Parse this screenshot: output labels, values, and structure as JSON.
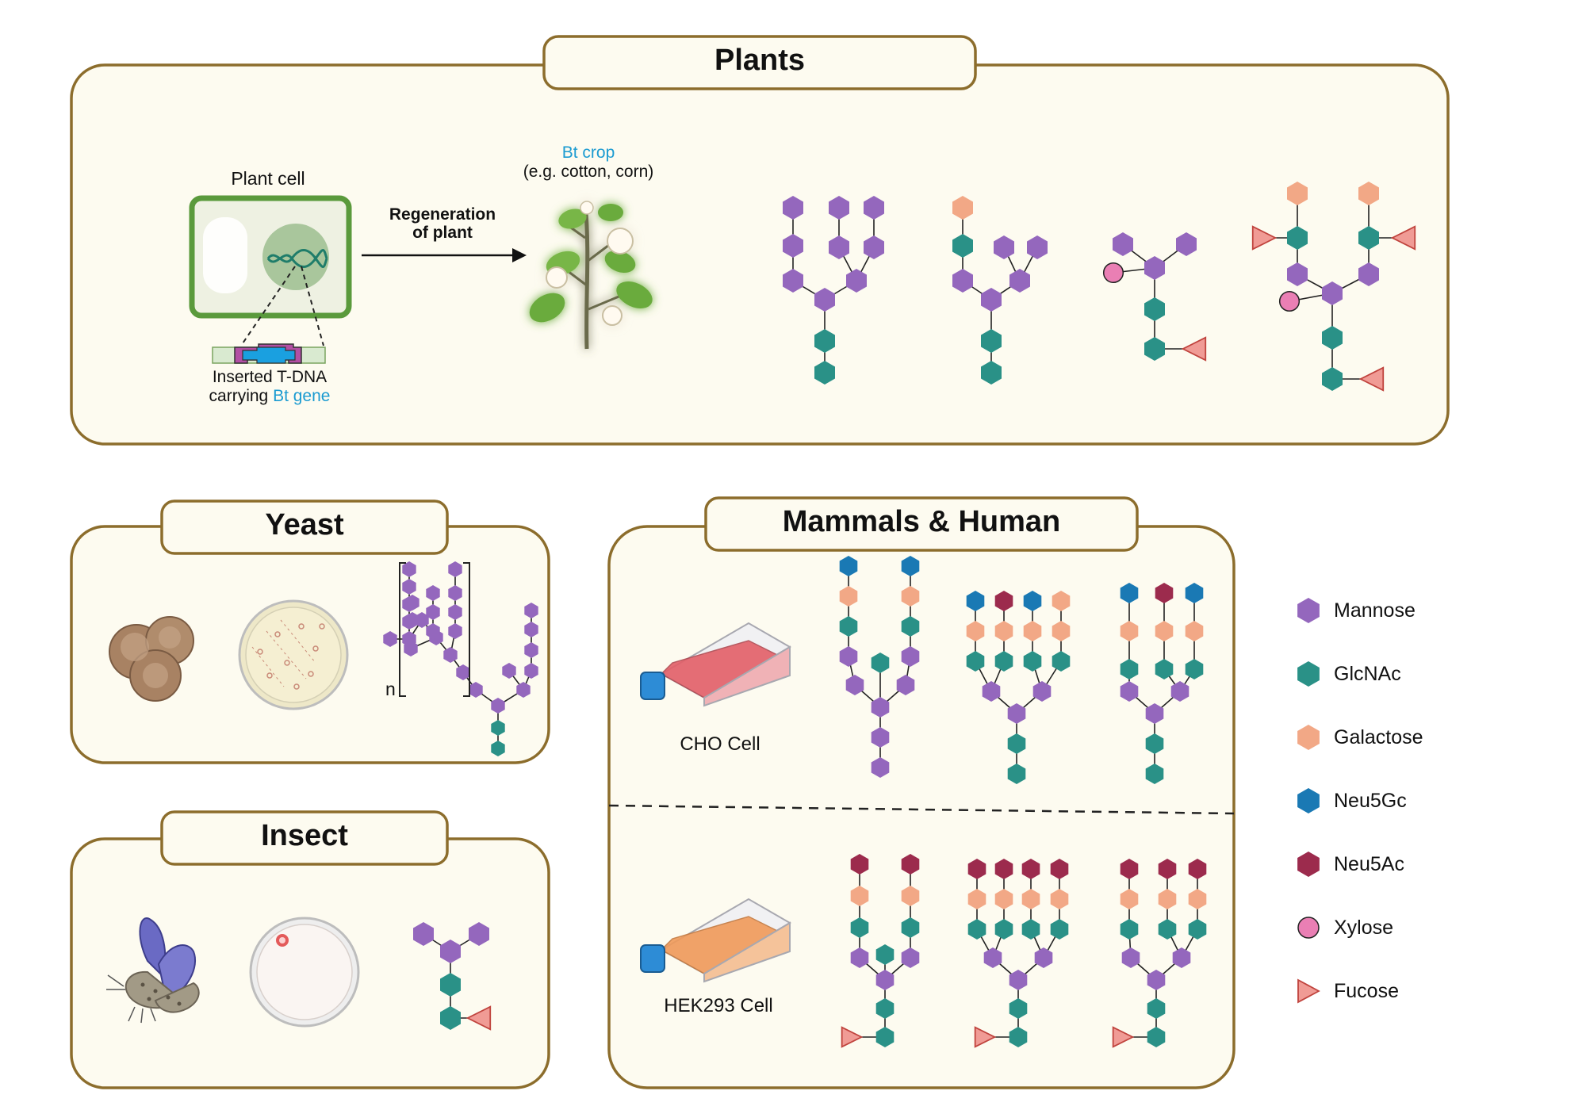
{
  "panels": {
    "plants": {
      "title": "Plants"
    },
    "yeast": {
      "title": "Yeast"
    },
    "insect": {
      "title": "Insect"
    },
    "mammals": {
      "title": "Mammals & Human"
    }
  },
  "plants": {
    "cell_label": "Plant cell",
    "arrow_label": [
      "Regeneration",
      "of plant"
    ],
    "crop_label": "Bt crop",
    "crop_example": "(e.g. cotton, corn)",
    "tdna_line1": "Inserted T-DNA",
    "tdna_line2_prefix": "carrying ",
    "tdna_line2_highlight": "Bt gene"
  },
  "yeast": {
    "repeat_label": "n"
  },
  "mammals": {
    "cho_label": "CHO Cell",
    "hek_label": "HEK293 Cell"
  },
  "legend": [
    {
      "name": "Mannose",
      "shape": "hexagon",
      "color": "#9467bd"
    },
    {
      "name": "GlcNAc",
      "shape": "hexagon",
      "color": "#2a9187"
    },
    {
      "name": "Galactose",
      "shape": "hexagon",
      "color": "#f2a886"
    },
    {
      "name": "Neu5Gc",
      "shape": "hexagon",
      "color": "#1a79b4"
    },
    {
      "name": "Neu5Ac",
      "shape": "hexagon",
      "color": "#9c2b4d"
    },
    {
      "name": "Xylose",
      "shape": "circle",
      "color": "#ea7fb4"
    },
    {
      "name": "Fucose",
      "shape": "triangle",
      "color": "#f09b95"
    }
  ],
  "colors": {
    "panel_border": "#8c6d2c",
    "panel_fill": "#fdfbf0",
    "accent_text": "#1b9bd1"
  }
}
